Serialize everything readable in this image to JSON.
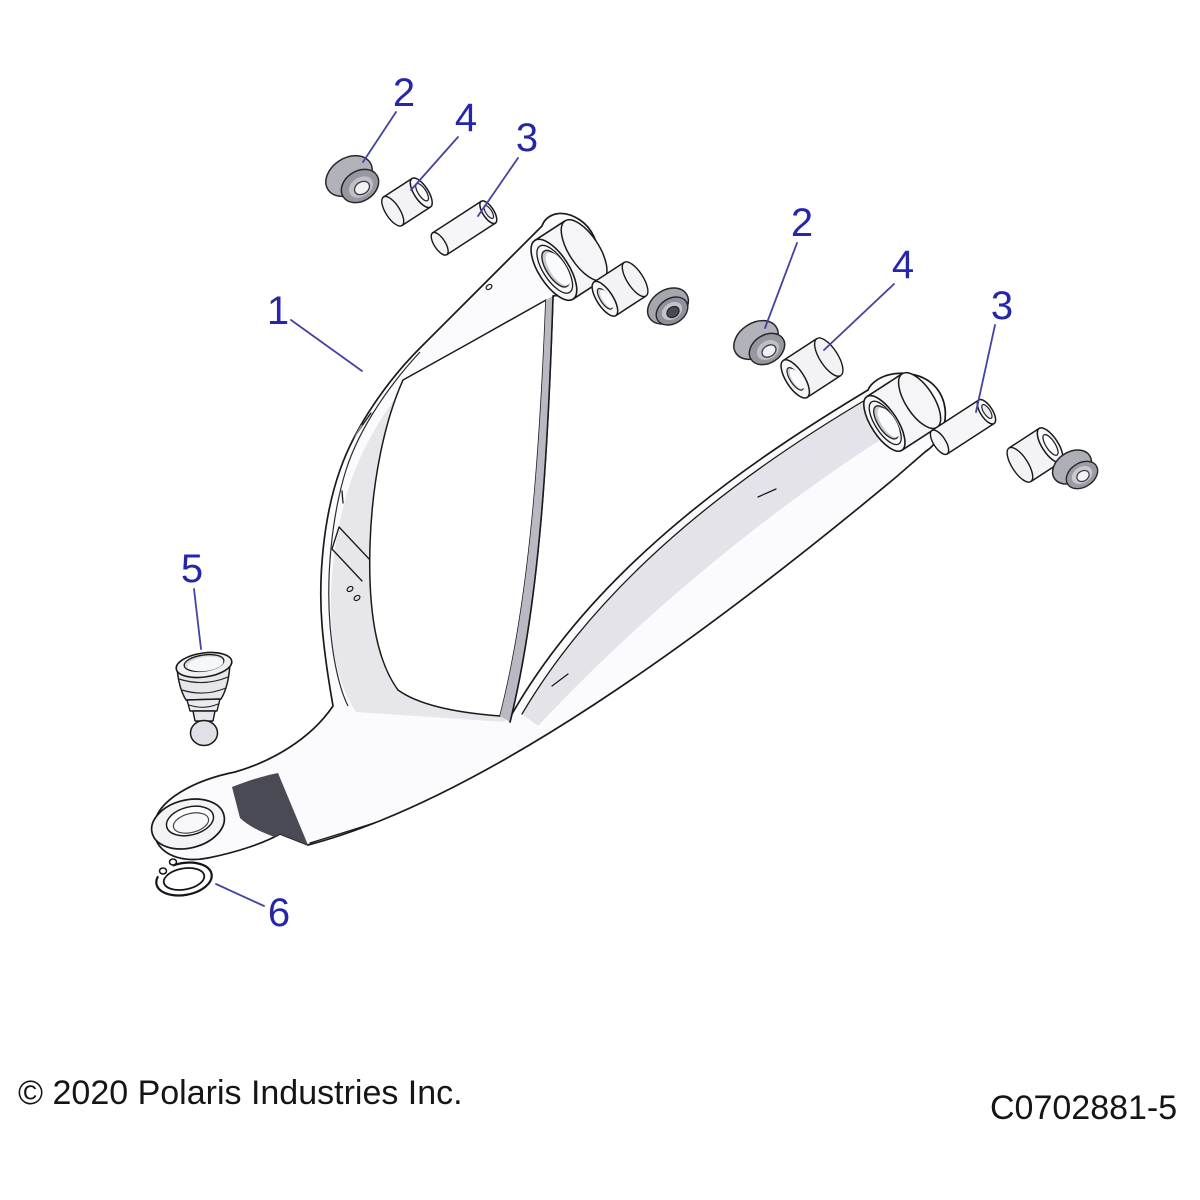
{
  "diagram": {
    "type": "exploded-parts-diagram",
    "subject": "front upper control arm assembly",
    "callouts": [
      {
        "id": "control-arm",
        "label": "1"
      },
      {
        "id": "washer-left",
        "label": "2"
      },
      {
        "id": "bushing-left",
        "label": "4"
      },
      {
        "id": "spacer-tube-left",
        "label": "3"
      },
      {
        "id": "washer-right",
        "label": "2"
      },
      {
        "id": "bushing-right",
        "label": "4"
      },
      {
        "id": "spacer-tube-right",
        "label": "3"
      },
      {
        "id": "ball-joint",
        "label": "5"
      },
      {
        "id": "snap-ring",
        "label": "6"
      }
    ],
    "colors": {
      "callout_text": "#2626aa",
      "leader_line": "#4343a2",
      "outline": "#1a1a1a",
      "background": "#ffffff"
    }
  },
  "footer": {
    "copyright": "© 2020 Polaris Industries Inc.",
    "part_number": "C0702881-5"
  }
}
